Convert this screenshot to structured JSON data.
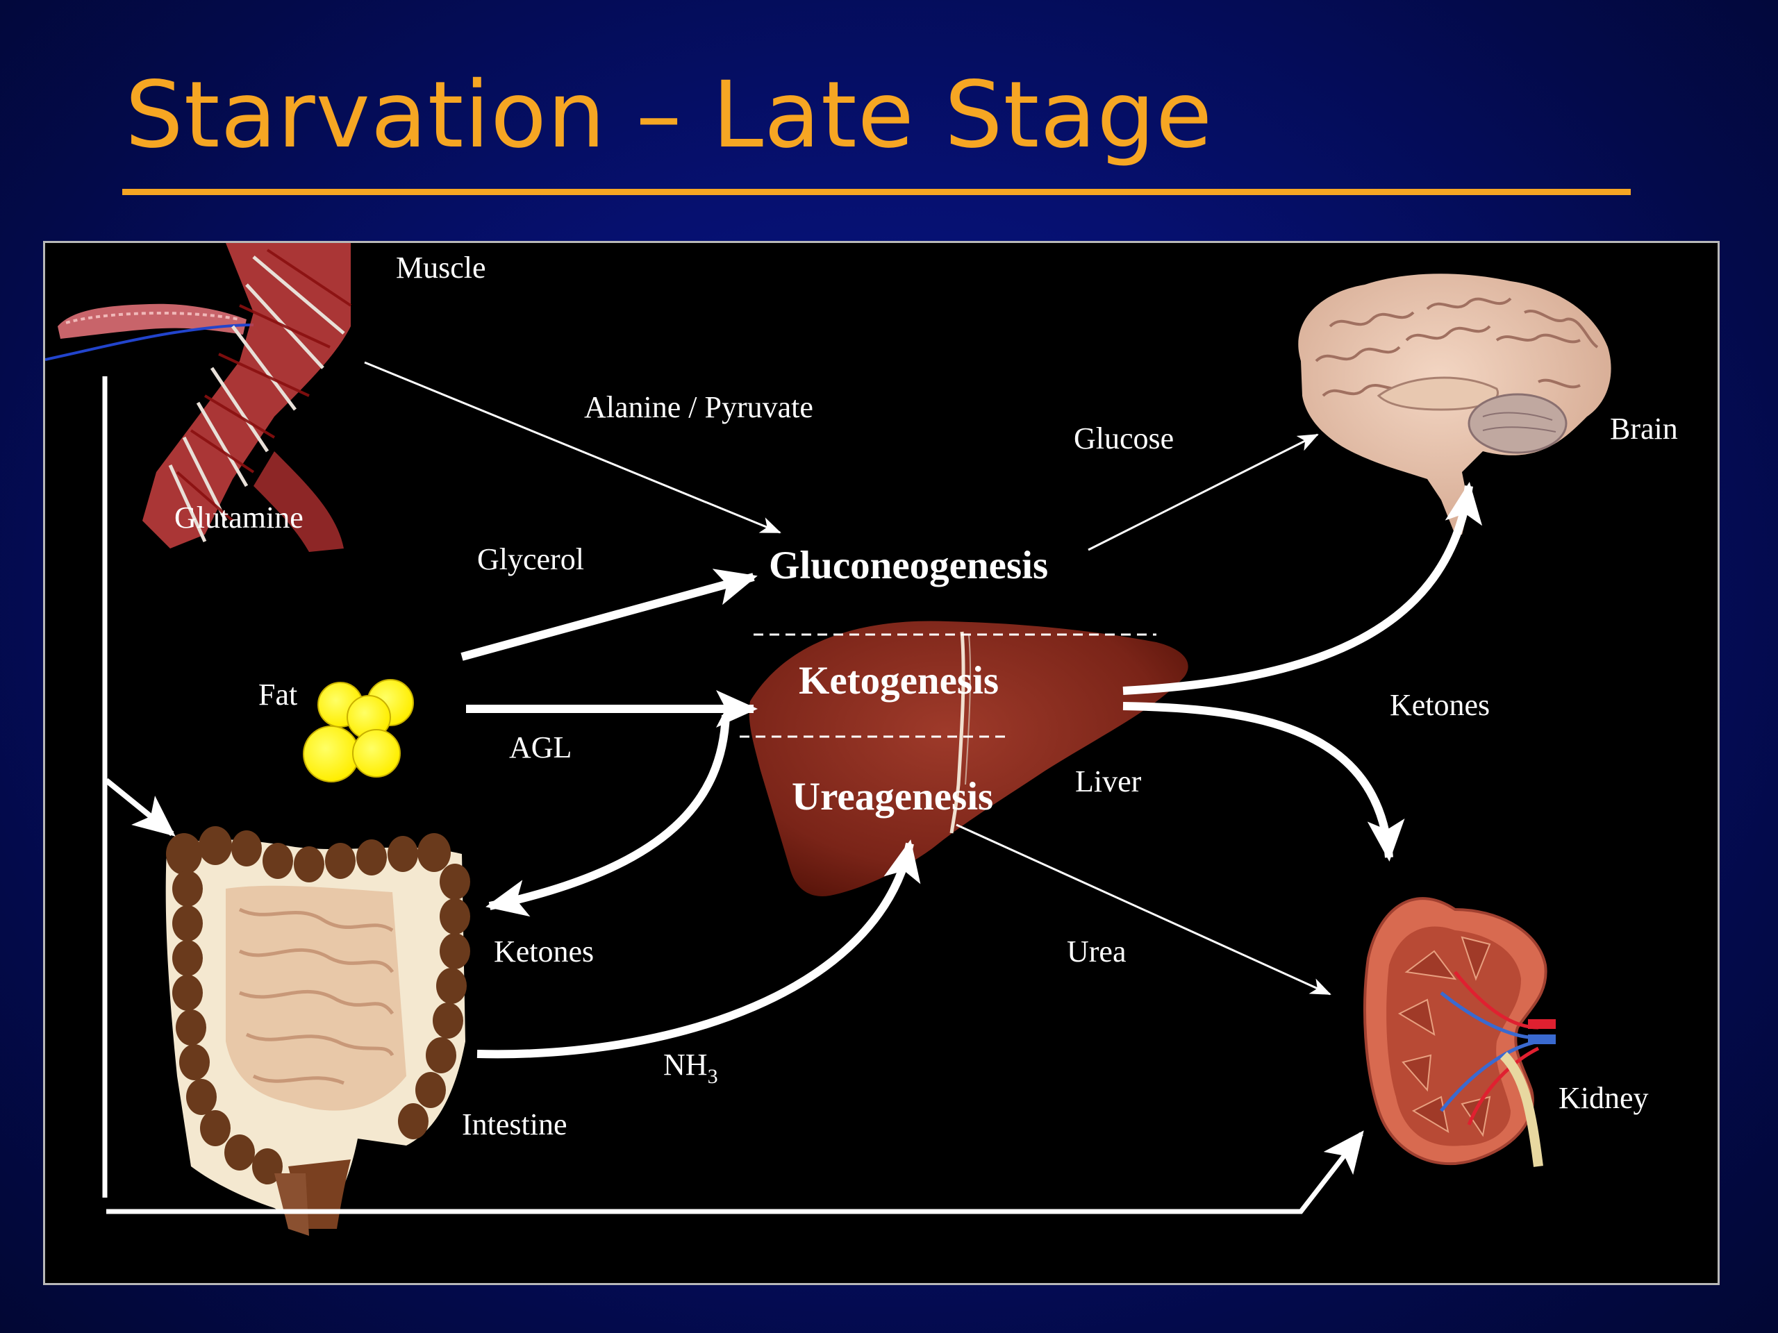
{
  "slide": {
    "title": "Starvation – Late Stage",
    "accent_color": "#f6a623"
  },
  "organs": {
    "muscle": "Muscle",
    "glutamine": "Glutamine",
    "fat": "Fat",
    "intestine": "Intestine",
    "liver": "Liver",
    "brain": "Brain",
    "kidney": "Kidney"
  },
  "processes": {
    "gluconeogenesis": "Gluconeogenesis",
    "ketogenesis": "Ketogenesis",
    "ureagenesis": "Ureagenesis"
  },
  "flows": {
    "alanine_pyruvate": "Alanine / Pyruvate",
    "glycerol": "Glycerol",
    "agl": "AGL",
    "ketones_to_intestine": "Ketones",
    "nh3_base": "NH",
    "nh3_sub": "3",
    "glucose": "Glucose",
    "ketones_out": "Ketones",
    "urea": "Urea"
  },
  "icons": [
    "muscle-illustration",
    "fat-globules-icon",
    "intestine-illustration",
    "liver-illustration",
    "brain-illustration",
    "kidney-illustration"
  ]
}
